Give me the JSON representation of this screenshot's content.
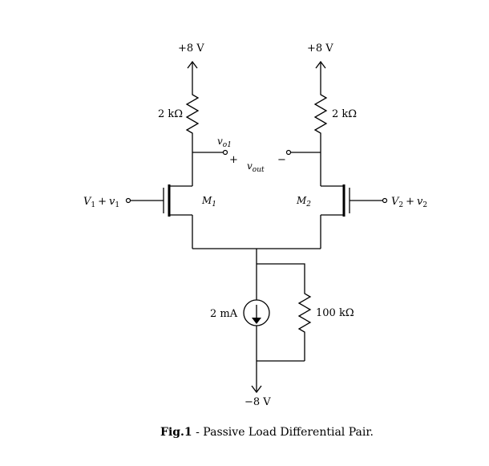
{
  "supply": {
    "left": "+8 V",
    "right": "+8 V",
    "negative": "−8 V"
  },
  "resistors": {
    "rd1": "2 kΩ",
    "rd2": "2 kΩ",
    "rss": "100 kΩ"
  },
  "current_source": "2 mA",
  "inputs": {
    "left": {
      "base": "V",
      "base_sub": "1",
      "plus": "+",
      "small": "v",
      "small_sub": "1"
    },
    "right": {
      "base": "V",
      "base_sub": "2",
      "plus": "+",
      "small": "v",
      "small_sub": "2"
    }
  },
  "transistors": {
    "m1": {
      "name": "M",
      "sub": "1"
    },
    "m2": {
      "name": "M",
      "sub": "2"
    }
  },
  "output": {
    "vo1": "v",
    "vo1_sub": "o1",
    "vout": "v",
    "vout_sub": "out",
    "plus_sign": "+",
    "minus_sign": "−"
  },
  "caption": {
    "prefix": "Fig.1",
    "text": " - Passive Load Differential Pair."
  }
}
